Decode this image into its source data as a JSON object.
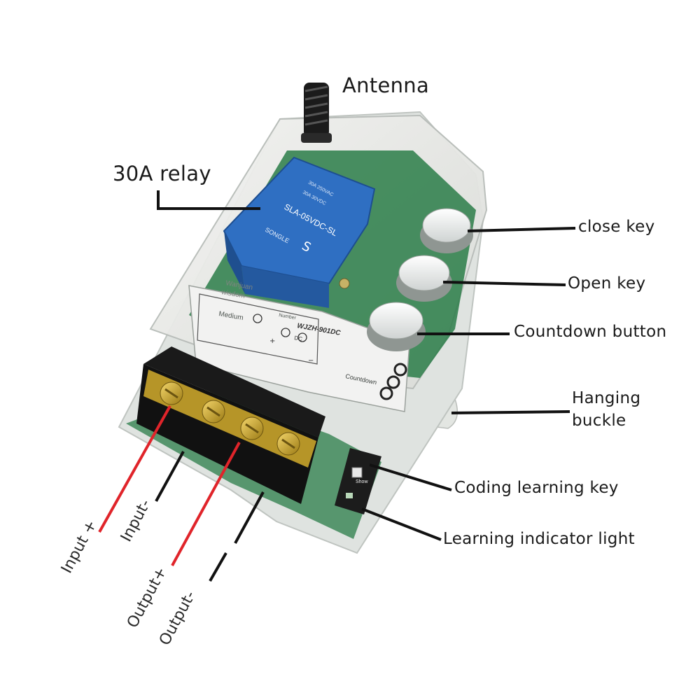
{
  "labels": {
    "antenna": "Antenna",
    "relay": "30A relay",
    "close_key": "close key",
    "open_key": "Open key",
    "countdown_button": "Countdown button",
    "hanging_buckle_line1": "Hanging",
    "hanging_buckle_line2": "buckle",
    "coding_learning_key": "Coding learning key",
    "learning_indicator_light": "Learning indicator light"
  },
  "wire_labels": {
    "input_plus": "Input +",
    "input_minus": "Input-",
    "output_plus": "Output+",
    "output_minus": "Output-"
  },
  "device": {
    "relay_brand": "SONGLE",
    "relay_model": "SLA-05VDC-SL",
    "relay_rating_1": "30A 250VAC",
    "relay_rating_2": "30A 30VDC",
    "panel_brand_line1": "Wanjuan",
    "panel_brand_line2": "wisdom",
    "panel_medium": "Medium",
    "panel_number": "Number",
    "panel_model": "WJZH-901DC",
    "panel_dc": "DC",
    "panel_countdown": "Countdown",
    "learn_show": "Show",
    "plus_sign": "+",
    "minus_sign": "−"
  },
  "colors": {
    "relay_blue": "#2f6fc2",
    "pcb_green": "#1f6b3d",
    "terminal_yellow": "#d9b33a",
    "red_wire": "#e0242a",
    "black_wire": "#111111",
    "leader": "#111111"
  }
}
